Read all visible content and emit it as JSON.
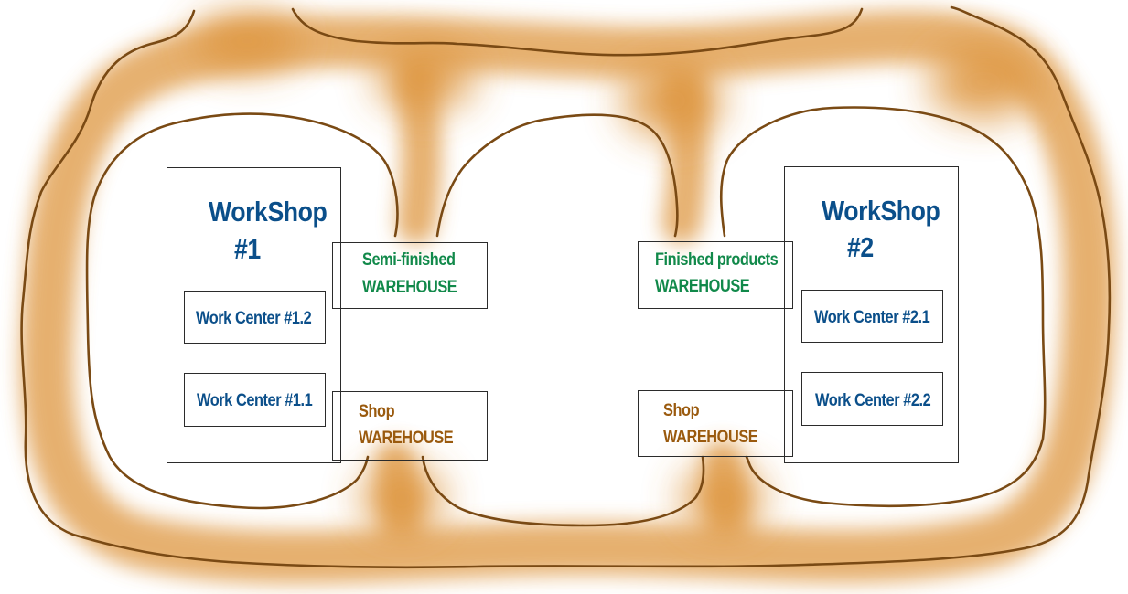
{
  "colors": {
    "workshop": "#0b4f8a",
    "green_warehouse": "#11894a",
    "brown_warehouse": "#9a5a0e",
    "outline": "#7a4a14",
    "glow": "#de9640"
  },
  "workshop_1": {
    "title_line1": "WorkShop",
    "title_line2": "#1",
    "work_center_a": "Work Center #1.2",
    "work_center_b": "Work Center #1.1"
  },
  "workshop_2": {
    "title_line1": "WorkShop",
    "title_line2": "#2",
    "work_center_a": "Work Center #2.1",
    "work_center_b": "Work Center #2.2"
  },
  "warehouses": {
    "semi_finished": {
      "line1": "Semi-finished",
      "line2": "WAREHOUSE"
    },
    "finished_products": {
      "line1": "Finished products",
      "line2": "WAREHOUSE"
    },
    "shop_1": {
      "line1": "Shop",
      "line2": "WAREHOUSE"
    },
    "shop_2": {
      "line1": "Shop",
      "line2": "WAREHOUSE"
    }
  }
}
